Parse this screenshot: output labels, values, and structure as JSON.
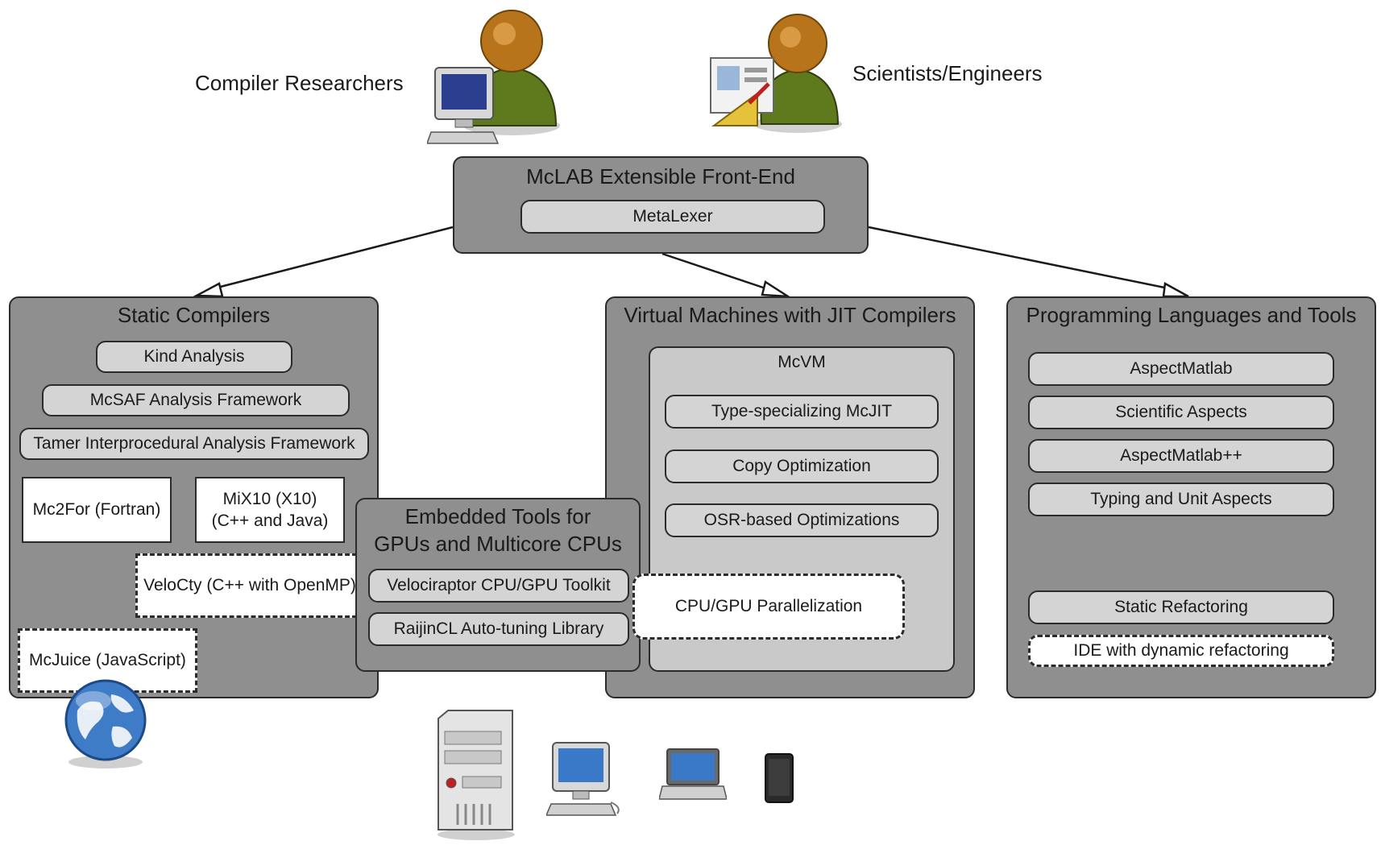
{
  "actors": {
    "compiler_researchers": "Compiler Researchers",
    "scientists_engineers": "Scientists/Engineers"
  },
  "frontend": {
    "title": "McLAB Extensible Front-End",
    "metalexer": "MetaLexer"
  },
  "static_compilers": {
    "title": "Static Compilers",
    "kind_analysis": "Kind Analysis",
    "mcsaf": "McSAF Analysis Framework",
    "tamer": "Tamer Interprocedural Analysis Framework",
    "mc2for": "Mc2For (Fortran)",
    "mix10_line1": "MiX10 (X10)",
    "mix10_line2": "(C++ and Java)",
    "velocty": "VeloCty (C++ with OpenMP)",
    "mcjuice": "McJuice (JavaScript)"
  },
  "embedded": {
    "title_line1": "Embedded Tools for",
    "title_line2": "GPUs and Multicore CPUs",
    "velociraptor": "Velociraptor CPU/GPU Toolkit",
    "raijincl": "RaijinCL Auto-tuning Library"
  },
  "vm": {
    "title": "Virtual Machines with JIT Compilers",
    "mcvm": "McVM",
    "mcjit": "Type-specializing McJIT",
    "copy_opt": "Copy Optimization",
    "osr": "OSR-based Optimizations",
    "parallelization": "CPU/GPU Parallelization"
  },
  "langs": {
    "title": "Programming Languages and Tools",
    "aspectmatlab": "AspectMatlab",
    "scientific_aspects": "Scientific Aspects",
    "aspectmatlabpp": "AspectMatlab++",
    "typing_unit": "Typing and Unit Aspects",
    "static_refactoring": "Static Refactoring",
    "ide": "IDE with dynamic refactoring"
  },
  "icons": [
    "user-computer-icon",
    "user-presentation-icon",
    "globe-icon",
    "server-tower-icon",
    "desktop-computer-icon",
    "laptop-icon",
    "tablet-icon"
  ],
  "colors": {
    "panel": "#8f8f8f",
    "inner": "#c9c9c9",
    "pill": "#d4d4d4",
    "person": "#5e7a1c",
    "head": "#b8741a"
  }
}
